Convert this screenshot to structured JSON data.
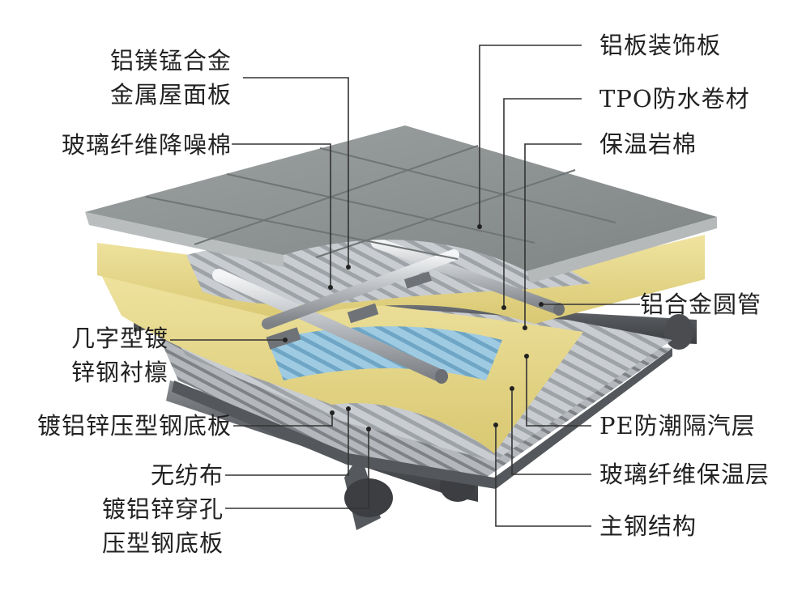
{
  "colors": {
    "panel_top": "#8f9494",
    "panel_edge": "#b9bdbd",
    "rock_wool": "#e6d98a",
    "glass_wool": "#e8e19e",
    "vapor_layer": "#7fb4d4",
    "steel_sheet": "#c7cbcf",
    "structure": "#5e6165",
    "leader_line": "#333333"
  },
  "labels": {
    "l1_a": "铝镁锰合金",
    "l1_b": "金属屋面板",
    "l2": "玻璃纤维降噪棉",
    "l3_a": "几字型镀",
    "l3_b": "锌钢衬檩",
    "l4": "镀铝锌压型钢底板",
    "l5": "无纺布",
    "l6_a": "镀铝锌穿孔",
    "l6_b": "压型钢底板",
    "r1": "铝板装饰板",
    "r2": "TPO防水卷材",
    "r3": "保温岩棉",
    "r4": "铝合金圆管",
    "r5": "PE防潮隔汽层",
    "r6": "玻璃纤维保温层",
    "r7": "主钢结构"
  }
}
